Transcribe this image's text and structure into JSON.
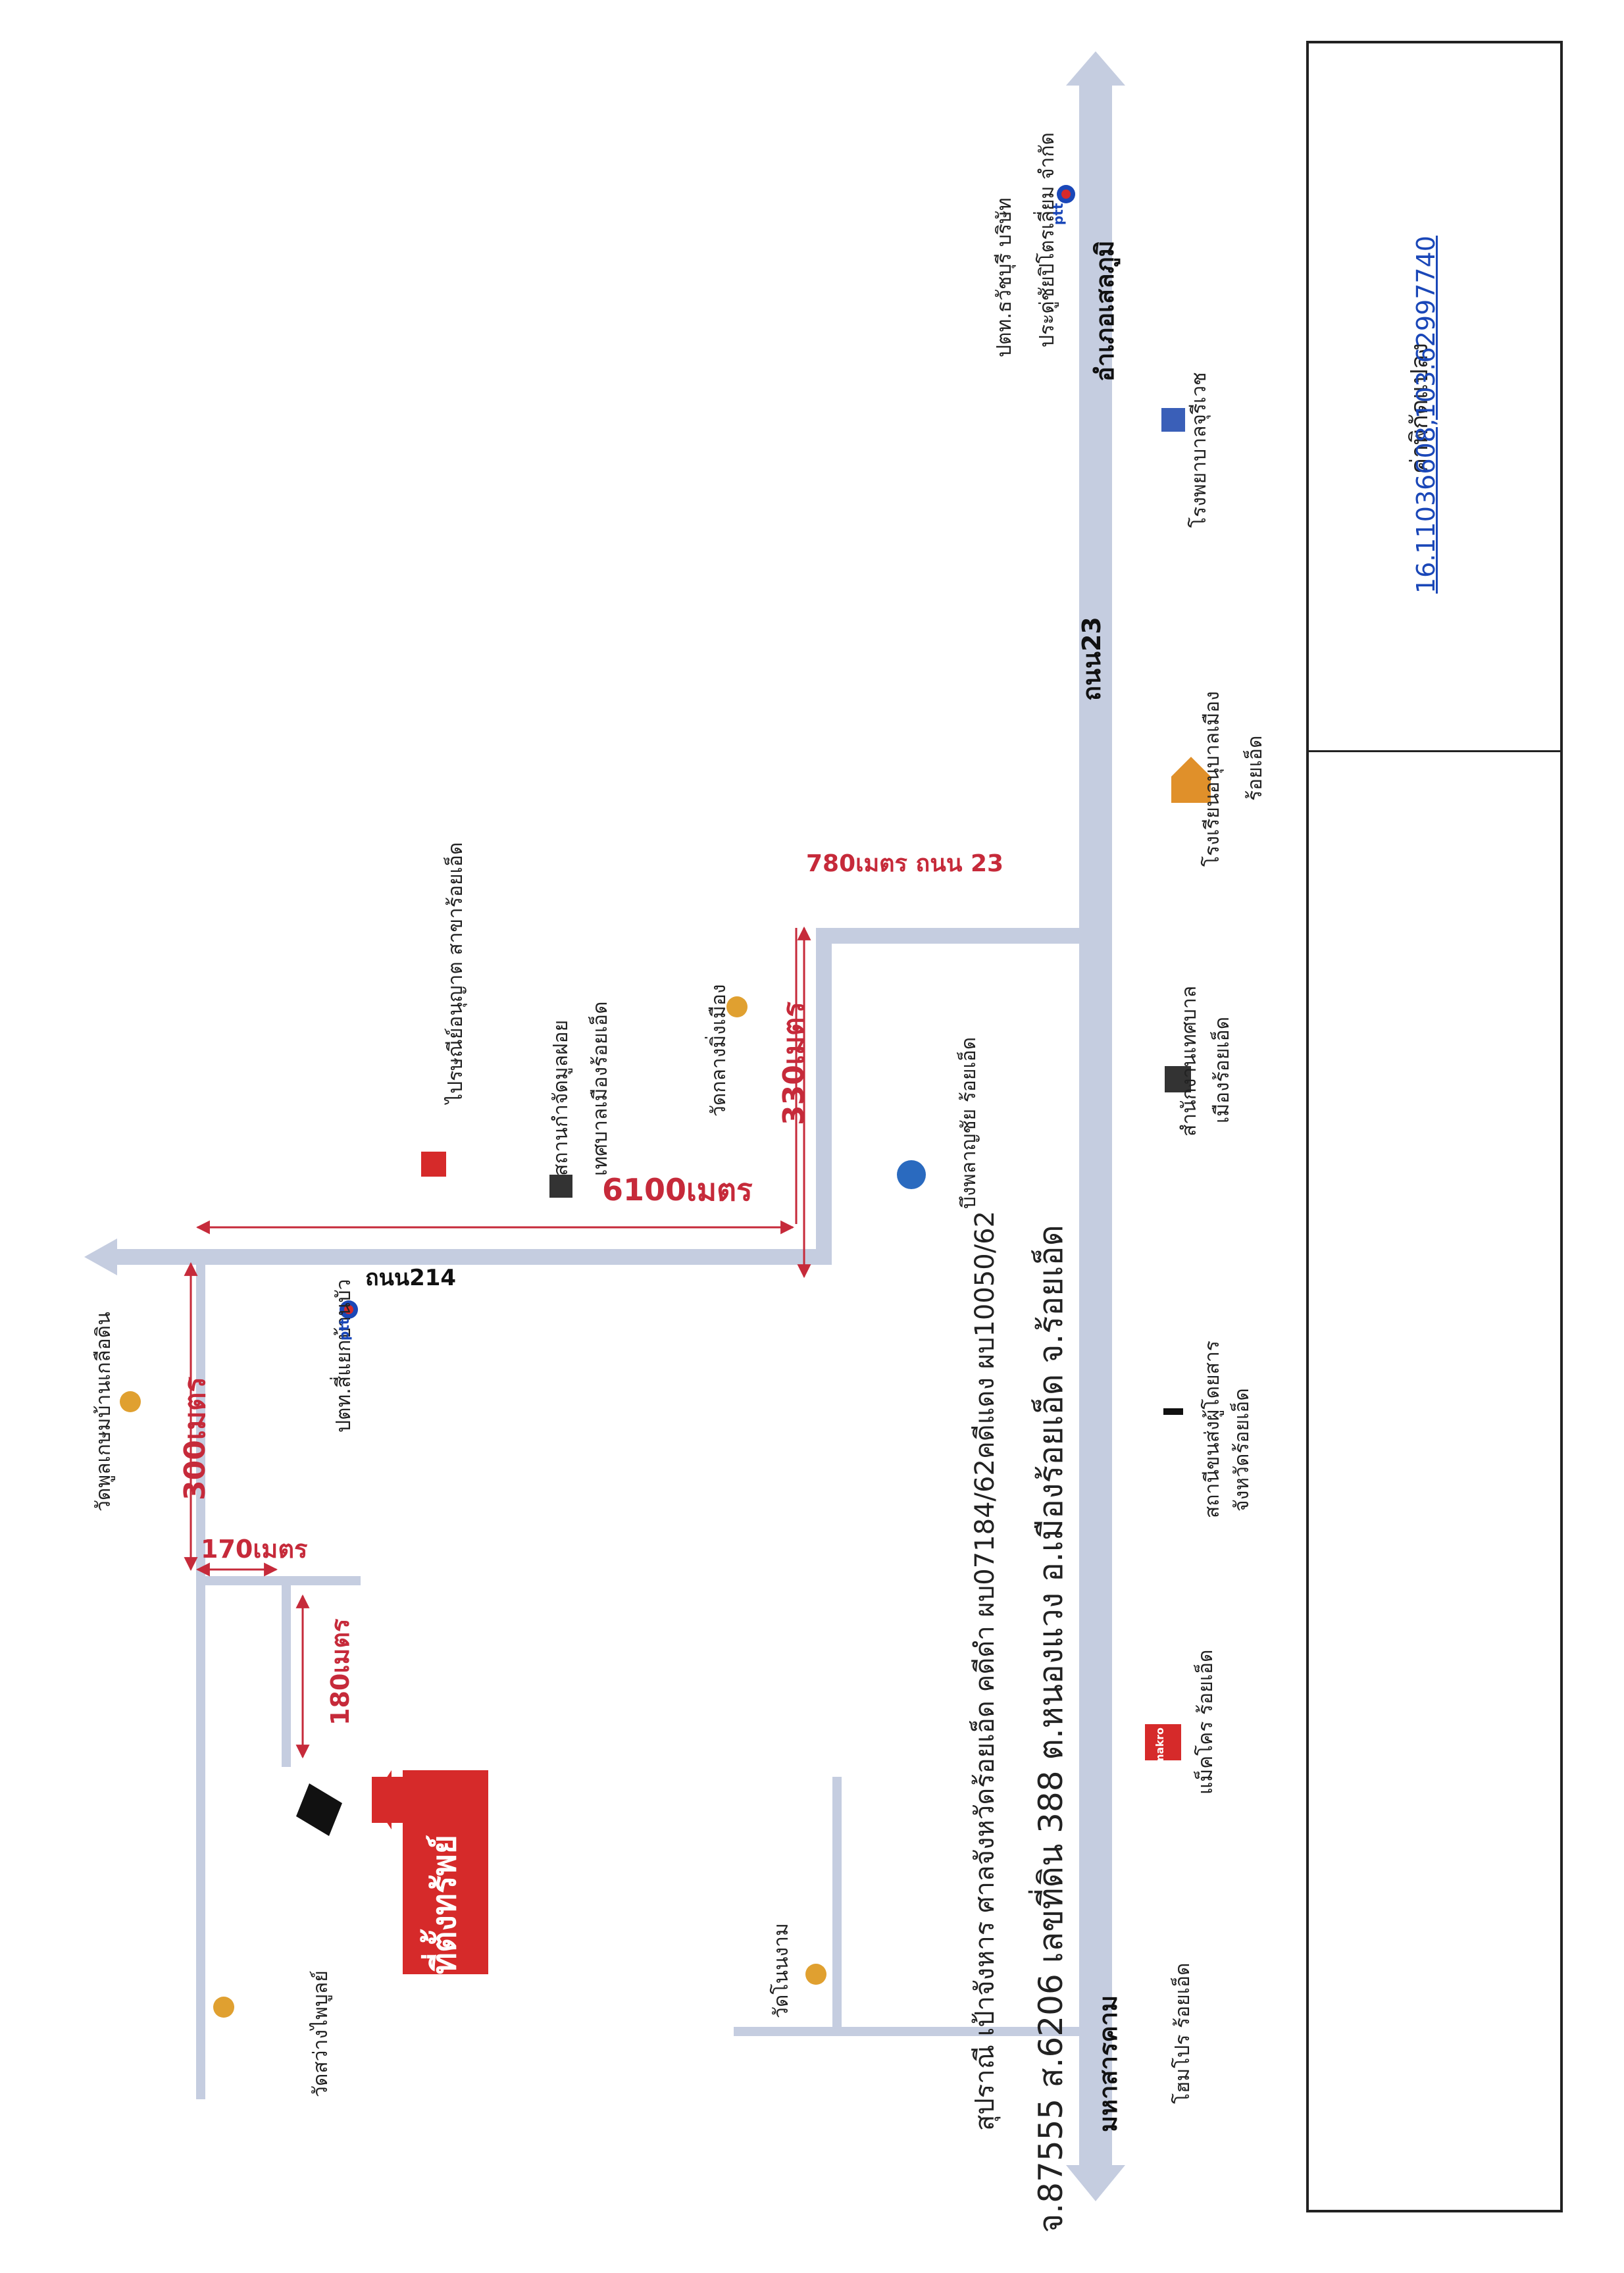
{
  "roads": {
    "main_road": "ถนน23",
    "main_road_north_end": "อำเภอเสลภูมิ",
    "main_road_south_end": "มหาสารคาม",
    "branch_road": "ถนน214"
  },
  "distances": {
    "d780": "780เมตร ถนน 23",
    "d330": "330เมตร",
    "d6100": "6100เมตร",
    "d300": "300เมตร",
    "d170": "170เมตร",
    "d180": "180เมตร"
  },
  "places": {
    "ptt_selaphum_1": "ปตท.ธวัชบุรี บริษัท",
    "ptt_selaphum_2": "ประดู่ชัยปิโตรเลี่ยม จำกัด",
    "hospital": "โรงพยาบาลจุรีเวช",
    "school_1": "โรงเรียนอนุบาลเมือง",
    "school_2": "ร้อยเอ็ด",
    "municipal_office_1": "สำนักงานเทศบาล",
    "municipal_office_2": "เมืองร้อยเอ็ด",
    "bus_terminal_1": "สถานีขนส่งผู้โดยสาร",
    "bus_terminal_2": "จังหวัดร้อยเอ็ด",
    "makro": "แม็คโคร ร้อยเอ็ด",
    "homepro": "โฮมโปร ร้อยเอ็ด",
    "post_office": "ไปรษณีย์อนุญาต สาขาร้อยเอ็ด",
    "waste_station_1": "สถานกำจัดมูลฝอย",
    "waste_station_2": "เทศบาลเมืองร้อยเอ็ด",
    "wat_klang": "วัดกลางมิ่งเมือง",
    "bueng": "บึงพลาญชัย ร้อยเอ็ด",
    "ptt_ban_bua": "ปตท.สี่แยกบ้านบัว",
    "wat_phu": "วัดพูลเกษมบ้านเกลือดิน",
    "wat_sawang": "วัดสว่างไพบูลย์",
    "wat_non_ngam": "วัดโนนงาม",
    "property_label": "ที่ตั้งทรัพย์",
    "ptt_brand": "ptt",
    "makro_brand": "makro"
  },
  "info": {
    "line1": "สุปราณี เป้าจังหาร ศาลจังหวัดร้อยเอ็ด คดีดำ ผบ07184/62คดีแดง ผบ10050/62",
    "line2": "จ.87555 ส.6206 เลขที่ดิน 388 ต.หนองแวง อ.เมืองร้อยเอ็ด จ.ร้อยเอ็ด",
    "coord_title": "ค่าพิกัดแปลง",
    "coord_value": "16.11036608,103.62997740"
  },
  "colors": {
    "road": "#c5cde0",
    "measure_red": "#c62a3a",
    "property_red": "#d62a2a",
    "link_blue": "#1a47b8"
  }
}
